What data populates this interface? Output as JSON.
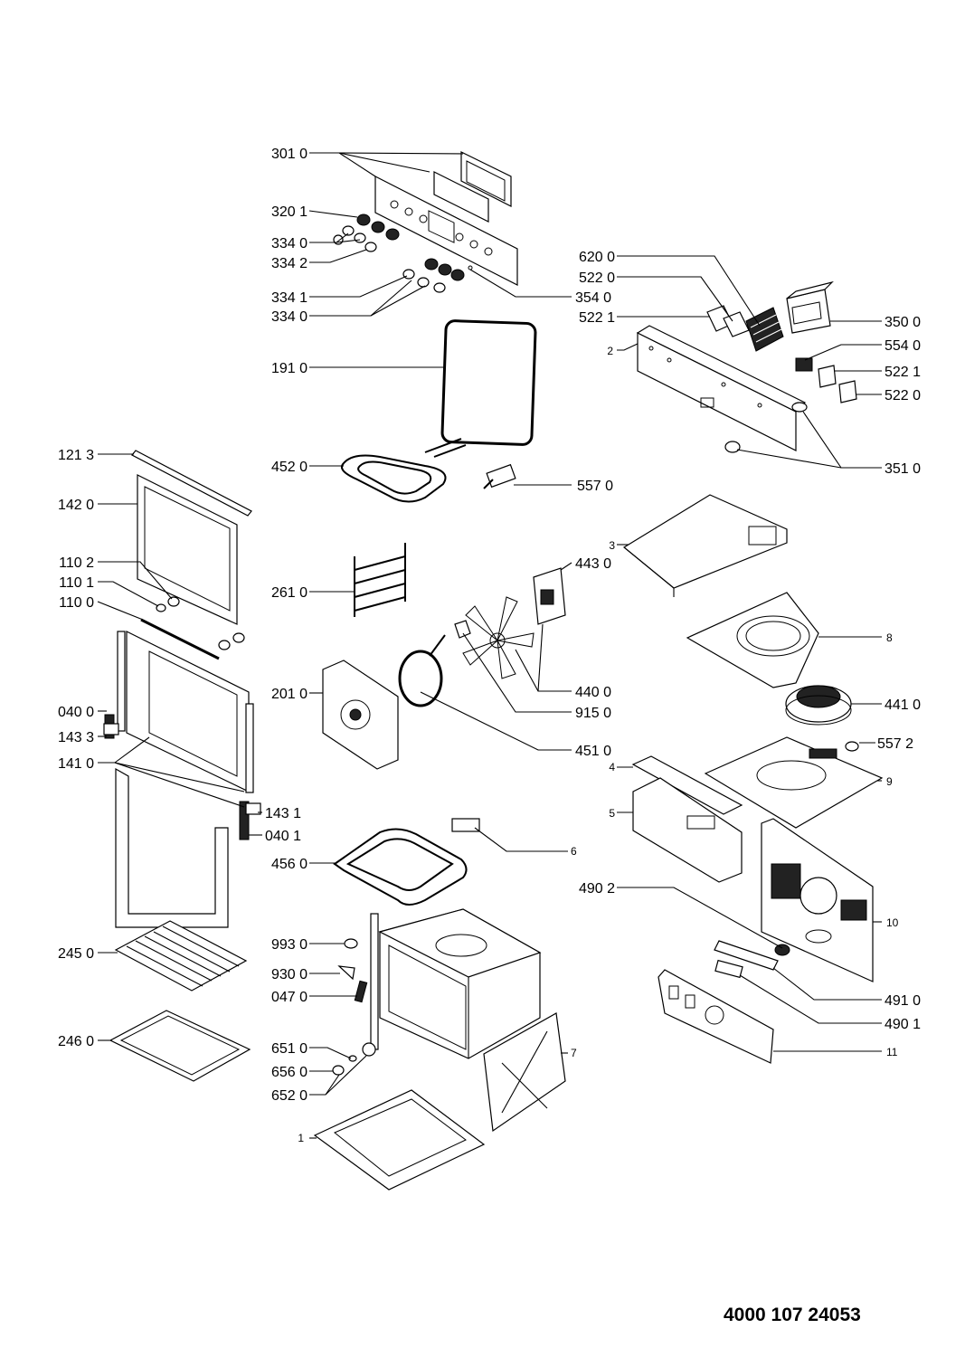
{
  "document_number": "4000 107 24053",
  "part_labels": {
    "p3010": "301 0",
    "p3201": "320 1",
    "p3340a": "334 0",
    "p3342": "334 2",
    "p3341": "334 1",
    "p3340b": "334 0",
    "p3540": "354 0",
    "p1910": "191 0",
    "p6200": "620 0",
    "p5220a": "522 0",
    "p5221a": "522 1",
    "p3500": "350 0",
    "p5540": "554 0",
    "p5221b": "522 1",
    "p5220b": "522 0",
    "p3510": "351 0",
    "p1213": "121 3",
    "p1420": "142 0",
    "p4520": "452 0",
    "p5570": "557 0",
    "p1102": "110 2",
    "p1101": "110 1",
    "p1100": "110 0",
    "p2610": "261 0",
    "p4430": "443 0",
    "p0400a": "040 0",
    "p1433": "143 3",
    "p1410": "141 0",
    "p2010": "201 0",
    "p4400": "440 0",
    "p9150": "915 0",
    "p4510": "451 0",
    "p4410": "441 0",
    "p5572": "557 2",
    "p1431": "143 1",
    "p0401": "040 1",
    "p4560": "456 0",
    "p4902": "490 2",
    "p2450": "245 0",
    "p9930": "993 0",
    "p9300": "930 0",
    "p0470": "047 0",
    "p2460": "246 0",
    "p6510": "651 0",
    "p6560": "656 0",
    "p6520": "652 0",
    "p4910": "491 0",
    "p4901": "490 1"
  },
  "assembly_labels": {
    "a1": "1",
    "a2": "2",
    "a3": "3",
    "a4": "4",
    "a5": "5",
    "a6": "6",
    "a7": "7",
    "a8": "8",
    "a9": "9",
    "a10": "10",
    "a11": "11"
  }
}
